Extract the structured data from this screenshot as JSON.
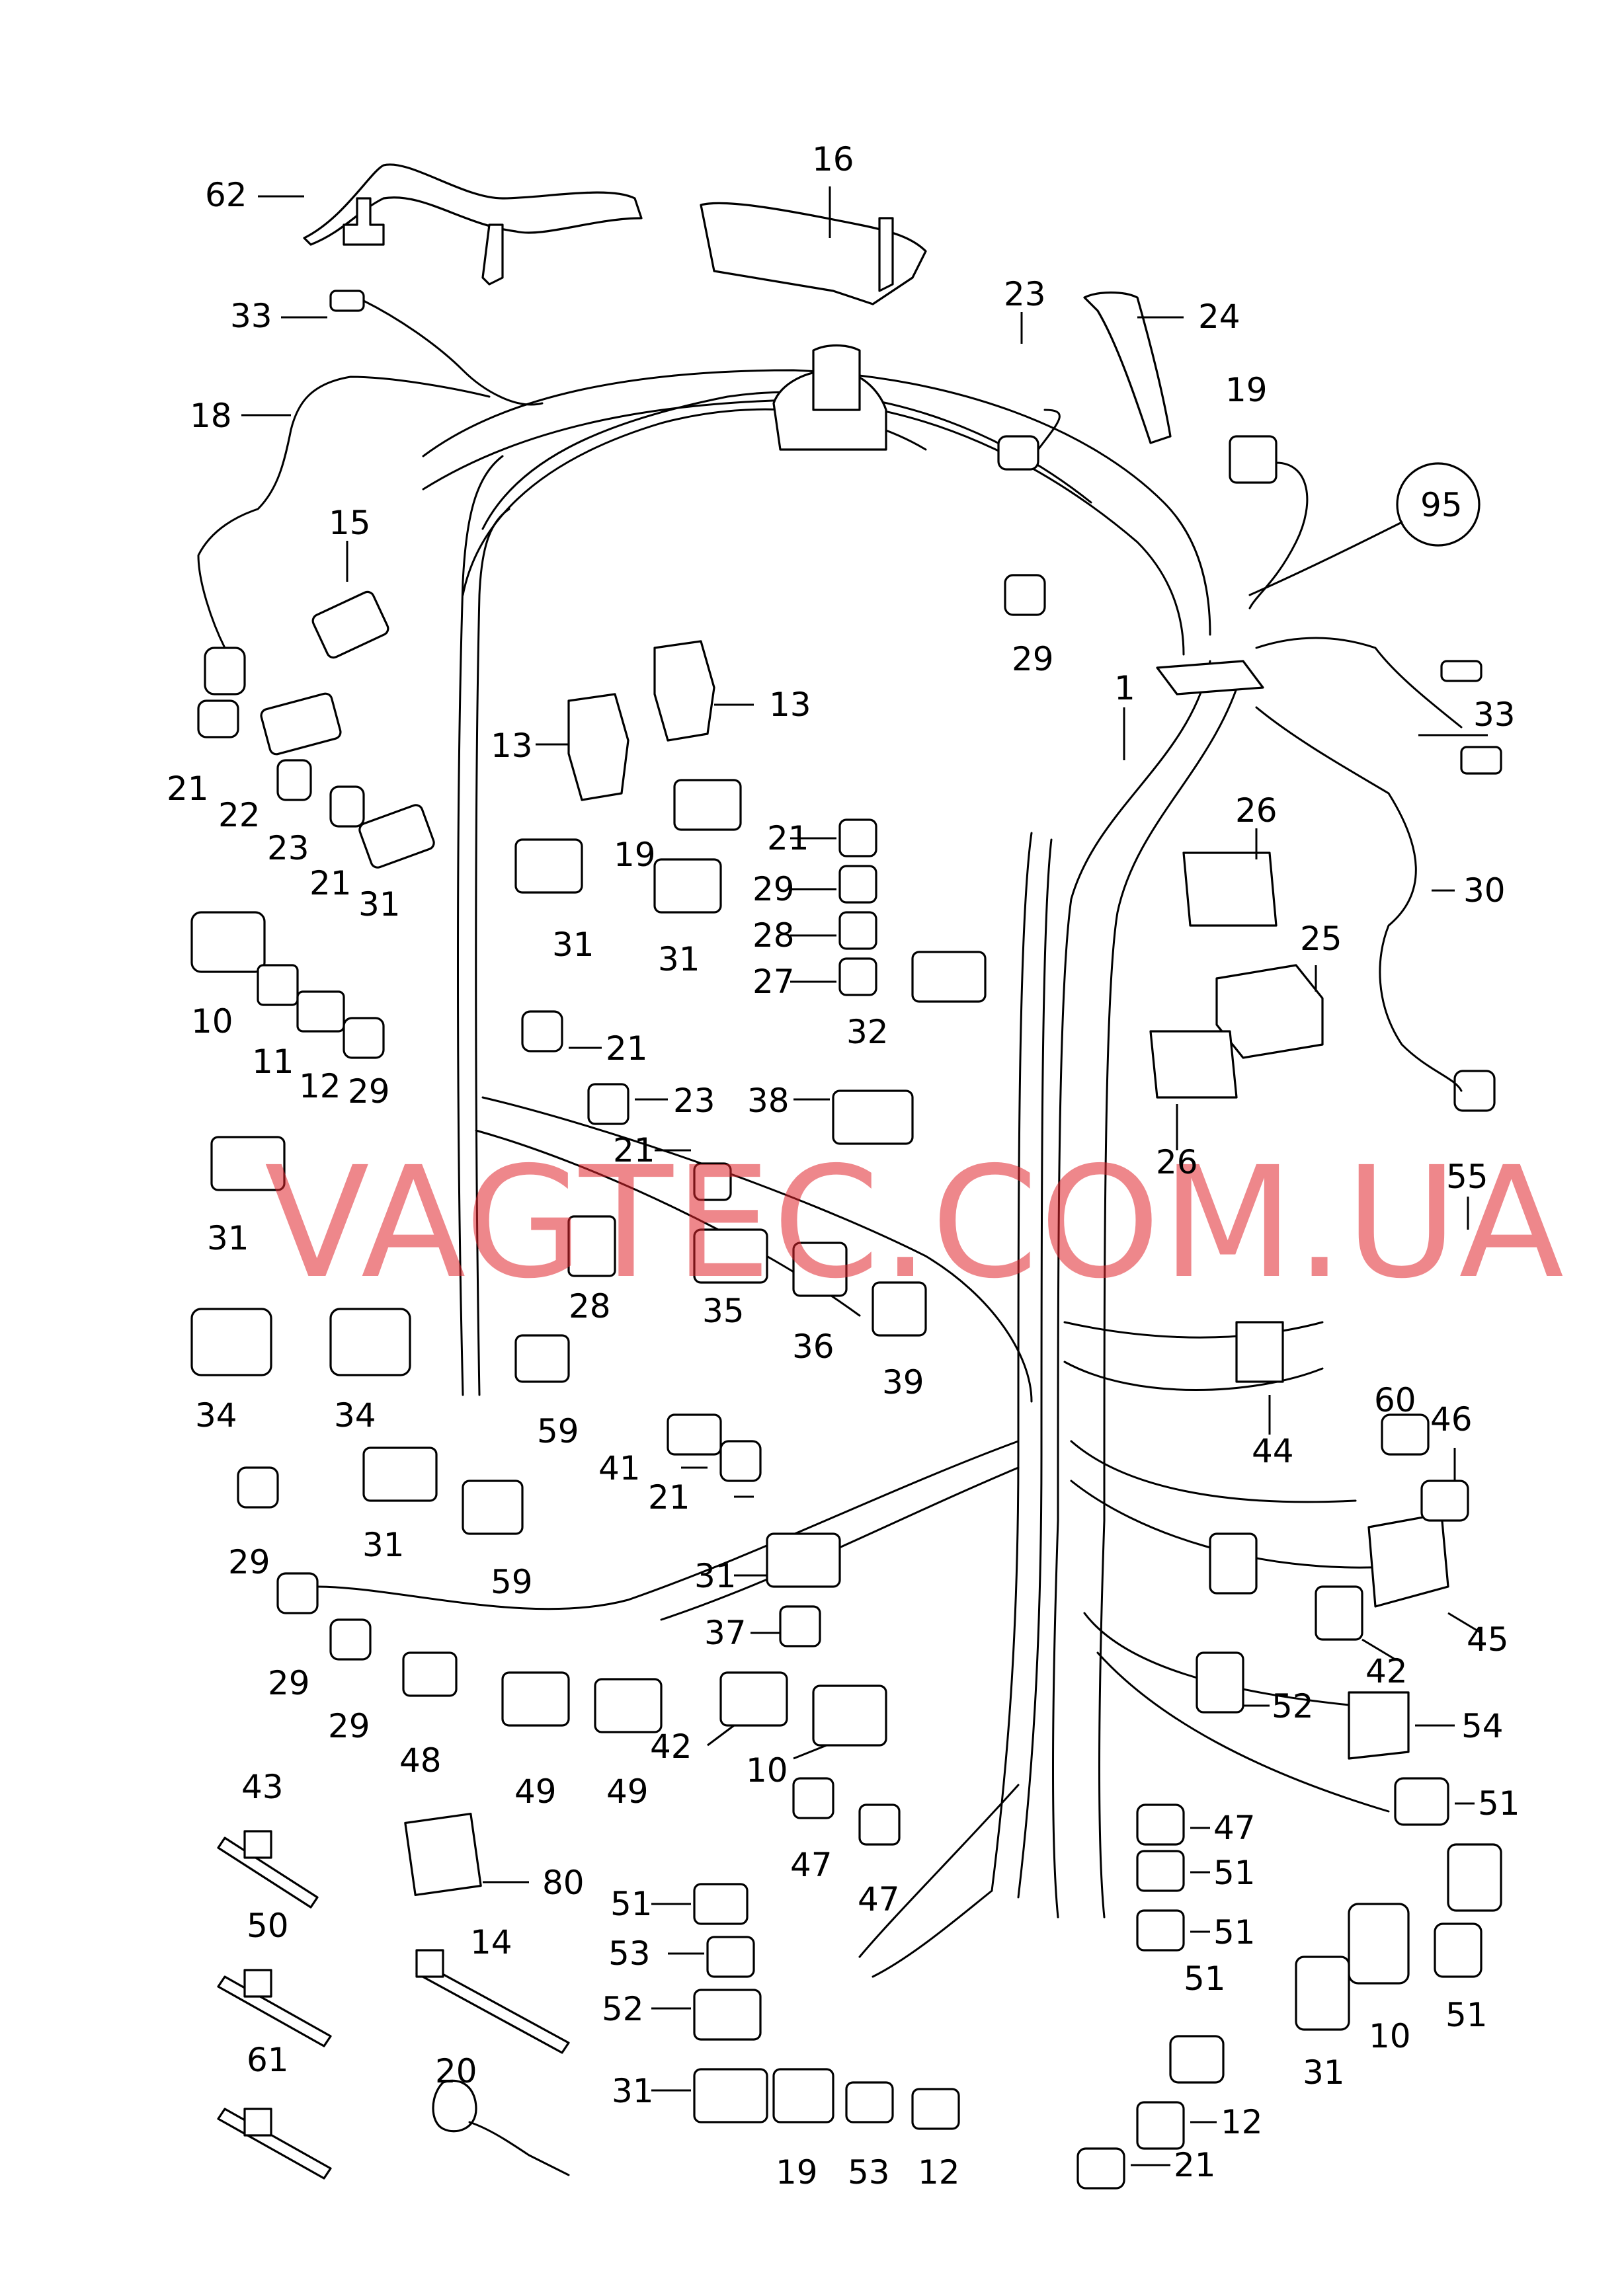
{
  "watermark": "VAGTEC.COM.UA",
  "callouts": [
    {
      "id": "c62",
      "text": "62"
    },
    {
      "id": "c16",
      "text": "16"
    },
    {
      "id": "c33a",
      "text": "33"
    },
    {
      "id": "c23a",
      "text": "23"
    },
    {
      "id": "c24",
      "text": "24"
    },
    {
      "id": "c18",
      "text": "18"
    },
    {
      "id": "c19a",
      "text": "19"
    },
    {
      "id": "c95",
      "text": "95"
    },
    {
      "id": "c15",
      "text": "15"
    },
    {
      "id": "c29a",
      "text": "29"
    },
    {
      "id": "c1",
      "text": "1"
    },
    {
      "id": "c13a",
      "text": "13"
    },
    {
      "id": "c13b",
      "text": "13"
    },
    {
      "id": "c33b",
      "text": "33"
    },
    {
      "id": "c21a",
      "text": "21"
    },
    {
      "id": "c22",
      "text": "22"
    },
    {
      "id": "c23b",
      "text": "23"
    },
    {
      "id": "c21b",
      "text": "21"
    },
    {
      "id": "c31a",
      "text": "31"
    },
    {
      "id": "c19b",
      "text": "19"
    },
    {
      "id": "c26a",
      "text": "26"
    },
    {
      "id": "c21c",
      "text": "21"
    },
    {
      "id": "c29b",
      "text": "29"
    },
    {
      "id": "c30",
      "text": "30"
    },
    {
      "id": "c28a",
      "text": "28"
    },
    {
      "id": "c25",
      "text": "25"
    },
    {
      "id": "c27",
      "text": "27"
    },
    {
      "id": "c31b",
      "text": "31"
    },
    {
      "id": "c31c",
      "text": "31"
    },
    {
      "id": "c32",
      "text": "32"
    },
    {
      "id": "c10a",
      "text": "10"
    },
    {
      "id": "c11",
      "text": "11"
    },
    {
      "id": "c12a",
      "text": "12"
    },
    {
      "id": "c29c",
      "text": "29"
    },
    {
      "id": "c21d",
      "text": "21"
    },
    {
      "id": "c26b",
      "text": "26"
    },
    {
      "id": "c23c",
      "text": "23"
    },
    {
      "id": "c38",
      "text": "38"
    },
    {
      "id": "c21e",
      "text": "21"
    },
    {
      "id": "c31d",
      "text": "31"
    },
    {
      "id": "c55",
      "text": "55"
    },
    {
      "id": "c28b",
      "text": "28"
    },
    {
      "id": "c35",
      "text": "35"
    },
    {
      "id": "c36",
      "text": "36"
    },
    {
      "id": "c39",
      "text": "39"
    },
    {
      "id": "c34a",
      "text": "34"
    },
    {
      "id": "c34b",
      "text": "34"
    },
    {
      "id": "c59a",
      "text": "59"
    },
    {
      "id": "c44",
      "text": "44"
    },
    {
      "id": "c60",
      "text": "60"
    },
    {
      "id": "c46",
      "text": "46"
    },
    {
      "id": "c41",
      "text": "41"
    },
    {
      "id": "c21f",
      "text": "21"
    },
    {
      "id": "c29d",
      "text": "29"
    },
    {
      "id": "c31e",
      "text": "31"
    },
    {
      "id": "c59b",
      "text": "59"
    },
    {
      "id": "c31f",
      "text": "31"
    },
    {
      "id": "c37",
      "text": "37"
    },
    {
      "id": "c45",
      "text": "45"
    },
    {
      "id": "c42a",
      "text": "42"
    },
    {
      "id": "c29e",
      "text": "29"
    },
    {
      "id": "c29f",
      "text": "29"
    },
    {
      "id": "c48",
      "text": "48"
    },
    {
      "id": "c49a",
      "text": "49"
    },
    {
      "id": "c49b",
      "text": "49"
    },
    {
      "id": "c42b",
      "text": "42"
    },
    {
      "id": "c10b",
      "text": "10"
    },
    {
      "id": "c52a",
      "text": "52"
    },
    {
      "id": "c54",
      "text": "54"
    },
    {
      "id": "c43",
      "text": "43"
    },
    {
      "id": "c47a",
      "text": "47"
    },
    {
      "id": "c47b",
      "text": "47"
    },
    {
      "id": "c51a",
      "text": "51"
    },
    {
      "id": "c47c",
      "text": "47"
    },
    {
      "id": "c80",
      "text": "80"
    },
    {
      "id": "c51b",
      "text": "51"
    },
    {
      "id": "c50",
      "text": "50"
    },
    {
      "id": "c14",
      "text": "14"
    },
    {
      "id": "c51c",
      "text": "51"
    },
    {
      "id": "c53a",
      "text": "53"
    },
    {
      "id": "c51d",
      "text": "51"
    },
    {
      "id": "c52b",
      "text": "52"
    },
    {
      "id": "c10c",
      "text": "10"
    },
    {
      "id": "c31g",
      "text": "31"
    },
    {
      "id": "c51e",
      "text": "51"
    },
    {
      "id": "c61",
      "text": "61"
    },
    {
      "id": "c20",
      "text": "20"
    },
    {
      "id": "c51f",
      "text": "51"
    },
    {
      "id": "c31h",
      "text": "31"
    },
    {
      "id": "c12b",
      "text": "12"
    },
    {
      "id": "c19c",
      "text": "19"
    },
    {
      "id": "c53b",
      "text": "53"
    },
    {
      "id": "c12c",
      "text": "12"
    },
    {
      "id": "c21g",
      "text": "21"
    }
  ]
}
